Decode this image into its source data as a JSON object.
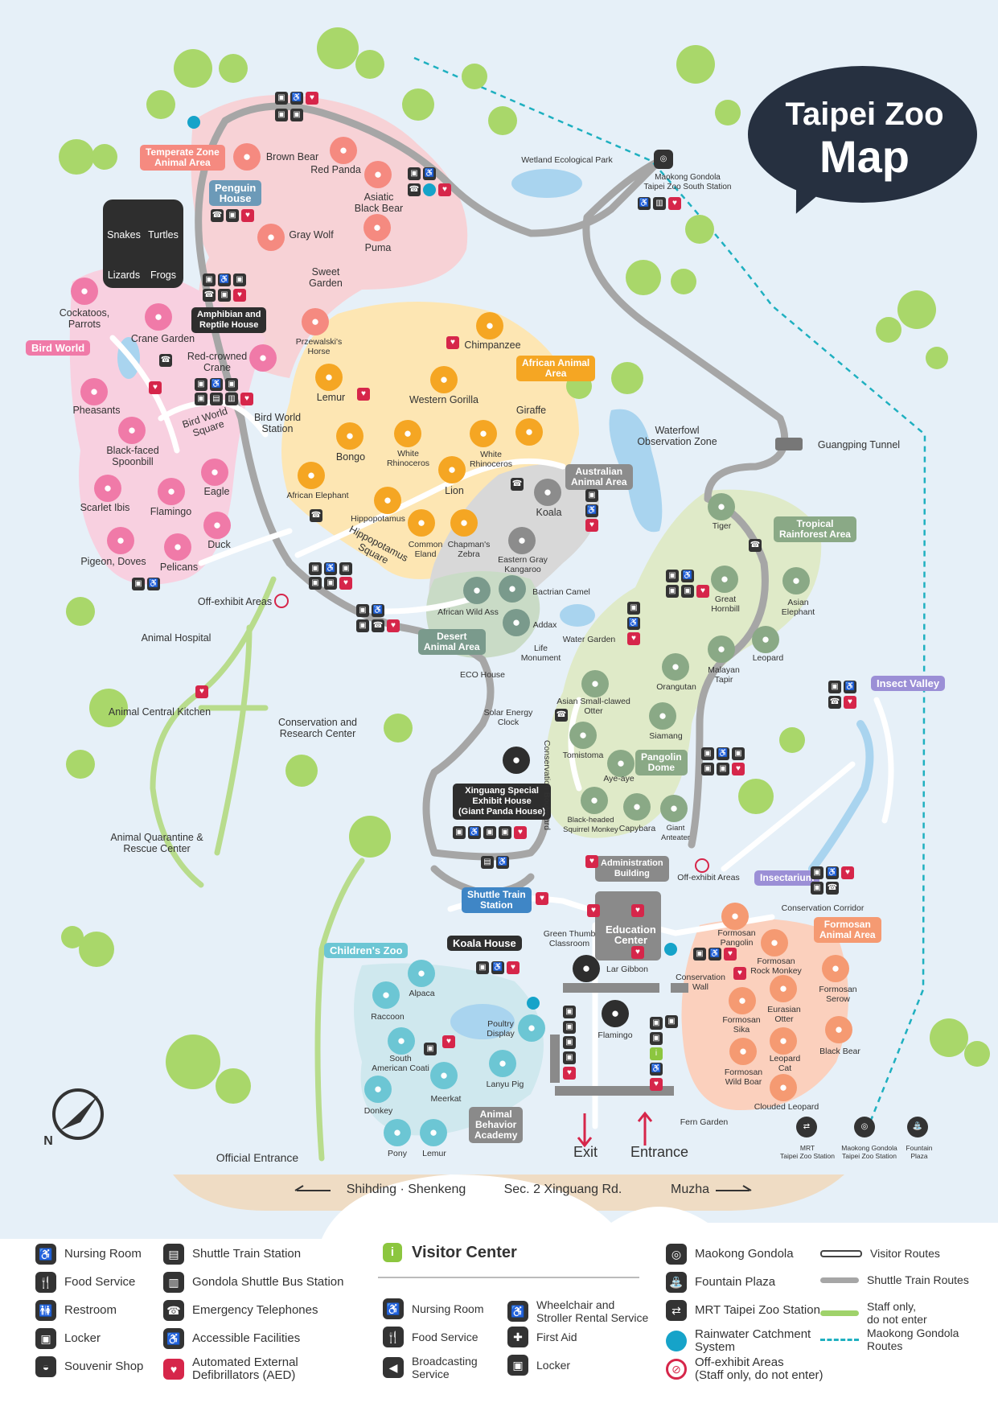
{
  "title": {
    "line1": "Taipei Zoo",
    "line2": "Map"
  },
  "colors": {
    "water": "#a9d4ef",
    "sky": "#e6f0f8",
    "temperate": "#f7d2d6",
    "bird": "#f8d0e0",
    "african": "#fde6b3",
    "australian": "#d6d6d6",
    "tropical": "#dfeac8",
    "formosan": "#fbd0bd",
    "children": "#cfe8ee",
    "orange": "#f5a623",
    "green_icon": "#8aa986",
    "route_shuttle": "#a6a6a6",
    "route_staff": "#9fd26a",
    "route_gondola": "#1fb0c0",
    "aed_red": "#d6264a"
  },
  "areas": {
    "temperate": "Temperate Zone\nAnimal Area",
    "bird_world": "Bird World",
    "african": "African Animal\nArea",
    "australian": "Australian\nAnimal Area",
    "tropical": "Tropical\nRainforest Area",
    "desert": "Desert\nAnimal Area",
    "childrens": "Children's Zoo",
    "formosan": "Formosan\nAnimal Area",
    "insect_valley": "Insect Valley",
    "insectarium": "Insectarium"
  },
  "buildings": {
    "penguin": "Penguin\nHouse",
    "amphibian": "Amphibian and\nReptile House",
    "xinguang": "Xinguang Special\nExhibit House\n(Giant Panda House)",
    "koala_house": "Koala House",
    "shuttle_station": "Shuttle Train\nStation",
    "admin": "Administration\nBuilding",
    "education": "Education\nCenter",
    "pangolin": "Pangolin\nDome",
    "animal_behavior": "Animal\nBehavior\nAcademy"
  },
  "reptile_box": {
    "snakes": "Snakes",
    "turtles": "Turtles",
    "lizards": "Lizards",
    "frogs": "Frogs"
  },
  "animals": {
    "brown_bear": "Brown Bear",
    "red_panda": "Red Panda",
    "asiatic_black_bear": "Asiatic\nBlack Bear",
    "gray_wolf": "Gray Wolf",
    "puma": "Puma",
    "sweet_garden": "Sweet\nGarden",
    "przewalski": "Przewalski's\nHorse",
    "cockatoos": "Cockatoos,\nParrots",
    "crane_garden": "Crane Garden",
    "red_crowned_crane": "Red-crowned\nCrane",
    "pheasants": "Pheasants",
    "bird_world_square": "Bird World\nSquare",
    "bird_world_station": "Bird World\nStation",
    "spoonbill": "Black-faced\nSpoonbill",
    "scarlet_ibis": "Scarlet Ibis",
    "flamingo_bird": "Flamingo",
    "eagle": "Eagle",
    "duck": "Duck",
    "pigeon": "Pigeon, Doves",
    "pelicans": "Pelicans",
    "chimpanzee": "Chimpanzee",
    "lemur_af": "Lemur",
    "western_gorilla": "Western Gorilla",
    "giraffe": "Giraffe",
    "bongo": "Bongo",
    "white_rhino1": "White\nRhinoceros",
    "white_rhino2": "White\nRhinoceros",
    "lion": "Lion",
    "african_elephant": "African Elephant",
    "hippopotamus": "Hippopotamus",
    "common_eland": "Common\nEland",
    "chapmans_zebra": "Chapman's\nZebra",
    "hippo_square": "Hippopotamus\nSquare",
    "koala": "Koala",
    "eastern_gray_kangaroo": "Eastern Gray\nKangaroo",
    "bactrian_camel": "Bactrian Camel",
    "african_wild_ass": "African Wild Ass",
    "addax": "Addax",
    "life_monument": "Life\nMonument",
    "eco_house": "ECO House",
    "water_garden": "Water Garden",
    "tiger": "Tiger",
    "great_hornbill": "Great\nHornbill",
    "asian_elephant": "Asian\nElephant",
    "malayan_tapir": "Malayan\nTapir",
    "leopard": "Leopard",
    "orangutan": "Orangutan",
    "small_clawed_otter": "Asian Small-clawed\nOtter",
    "siamang": "Siamang",
    "tomistoma": "Tomistoma",
    "aye_aye": "Aye-aye",
    "squirrel_monkey": "Black-headed\nSquirrel Monkey",
    "capybara": "Capybara",
    "giant_anteater": "Giant\nAnteater",
    "alpaca": "Alpaca",
    "raccoon": "Raccoon",
    "poultry": "Poultry\nDisplay",
    "coati": "South\nAmerican Coati",
    "meerkat": "Meerkat",
    "lanyu_pig": "Lanyu Pig",
    "donkey": "Donkey",
    "pony": "Pony",
    "lemur_ch": "Lemur",
    "lar_gibbon": "Lar Gibbon",
    "flamingo_main": "Flamingo",
    "formosan_pangolin": "Formosan\nPangolin",
    "formosan_rock_monkey": "Formosan\nRock Monkey",
    "formosan_serow": "Formosan\nSerow",
    "eurasian_otter": "Eurasian\nOtter",
    "formosan_sika": "Formosan\nSika",
    "leopard_cat": "Leopard\nCat",
    "black_bear": "Black Bear",
    "wild_boar": "Formosan\nWild Boar",
    "clouded_leopard": "Clouded Leopard"
  },
  "places": {
    "wetland_park": "Wetland Ecological Park",
    "gondola_south": "Maokong Gondola\nTaipei Zoo South Station",
    "waterfowl": "Waterfowl\nObservation Zone",
    "guangping_tunnel": "Guangping Tunnel",
    "off_exhibit_left": "Off-exhibit Areas",
    "animal_hospital": "Animal Hospital",
    "central_kitchen": "Animal Central Kitchen",
    "conservation_research": "Conservation and\nResearch Center",
    "quarantine": "Animal Quarantine &\nRescue Center",
    "solar_clock": "Solar Energy\nClock",
    "conservation_blvd": "Conservation Boulevard",
    "off_exhibit_mid": "Off-exhibit Areas",
    "conservation_corridor": "Conservation Corridor",
    "green_thumb": "Green Thumb\nClassroom",
    "conservation_wall": "Conservation\nWall",
    "fern_garden": "Fern Garden",
    "official_entrance": "Official Entrance",
    "exit": "Exit",
    "entrance": "Entrance",
    "mrt_station": "MRT\nTaipei Zoo Station",
    "gondola_station": "Maokong Gondola\nTaipei Zoo Station",
    "fountain_plaza": "Fountain\nPlaza",
    "north": "N"
  },
  "road": {
    "left": "Shihding · Shenkeng",
    "center": "Sec. 2 Xinguang Rd.",
    "right": "Muzha"
  },
  "legend": {
    "col1": [
      {
        "icon": "nursing-room-icon",
        "glyph": "♿",
        "label": "Nursing Room"
      },
      {
        "icon": "food-service-icon",
        "glyph": "🍴",
        "label": "Food Service"
      },
      {
        "icon": "restroom-icon",
        "glyph": "🚻",
        "label": "Restroom"
      },
      {
        "icon": "locker-icon",
        "glyph": "▣",
        "label": "Locker"
      },
      {
        "icon": "souvenir-shop-icon",
        "glyph": "◒",
        "label": "Souvenir Shop"
      }
    ],
    "col2": [
      {
        "icon": "shuttle-train-station-icon",
        "glyph": "▤",
        "label": "Shuttle Train Station"
      },
      {
        "icon": "gondola-bus-icon",
        "glyph": "▥",
        "label": "Gondola Shuttle Bus Station"
      },
      {
        "icon": "emergency-telephone-icon",
        "glyph": "☎",
        "label": "Emergency Telephones"
      },
      {
        "icon": "accessible-icon",
        "glyph": "♿",
        "label": "Accessible Facilities"
      },
      {
        "icon": "aed-icon",
        "glyph": "♥",
        "label": "Automated External\nDefibrillators (AED)"
      }
    ],
    "visitor_center": {
      "title": "Visitor Center",
      "items": [
        {
          "icon": "nursing-room-icon",
          "glyph": "♿",
          "label": "Nursing Room"
        },
        {
          "icon": "food-service-icon",
          "glyph": "🍴",
          "label": "Food Service"
        },
        {
          "icon": "broadcasting-icon",
          "glyph": "◀",
          "label": "Broadcasting\nService"
        },
        {
          "icon": "wheelchair-icon",
          "glyph": "♿",
          "label": "Wheelchair and\nStroller Rental Service"
        },
        {
          "icon": "first-aid-icon",
          "glyph": "✚",
          "label": "First Aid"
        },
        {
          "icon": "locker-icon",
          "glyph": "▣",
          "label": "Locker"
        }
      ]
    },
    "col4": [
      {
        "icon": "gondola-icon",
        "glyph": "◎",
        "label": "Maokong Gondola"
      },
      {
        "icon": "fountain-icon",
        "glyph": "⛲",
        "label": "Fountain Plaza"
      },
      {
        "icon": "mrt-icon",
        "glyph": "⇄",
        "label": "MRT Taipei Zoo Station"
      },
      {
        "icon": "rainwater-icon",
        "glyph": "●",
        "label": "Rainwater Catchment\nSystem"
      },
      {
        "icon": "no-entry-icon",
        "glyph": "⊘",
        "label": "Off-exhibit Areas\n(Staff only, do not enter)"
      }
    ],
    "routes": [
      {
        "label": "Visitor Routes",
        "color": "#ffffff"
      },
      {
        "label": "Shuttle Train Routes",
        "color": "#a6a6a6"
      },
      {
        "label": "Staff only,\ndo not enter",
        "color": "#9fd26a"
      },
      {
        "label": "Maokong Gondola\nRoutes",
        "color": "#1fb0c0"
      }
    ]
  }
}
